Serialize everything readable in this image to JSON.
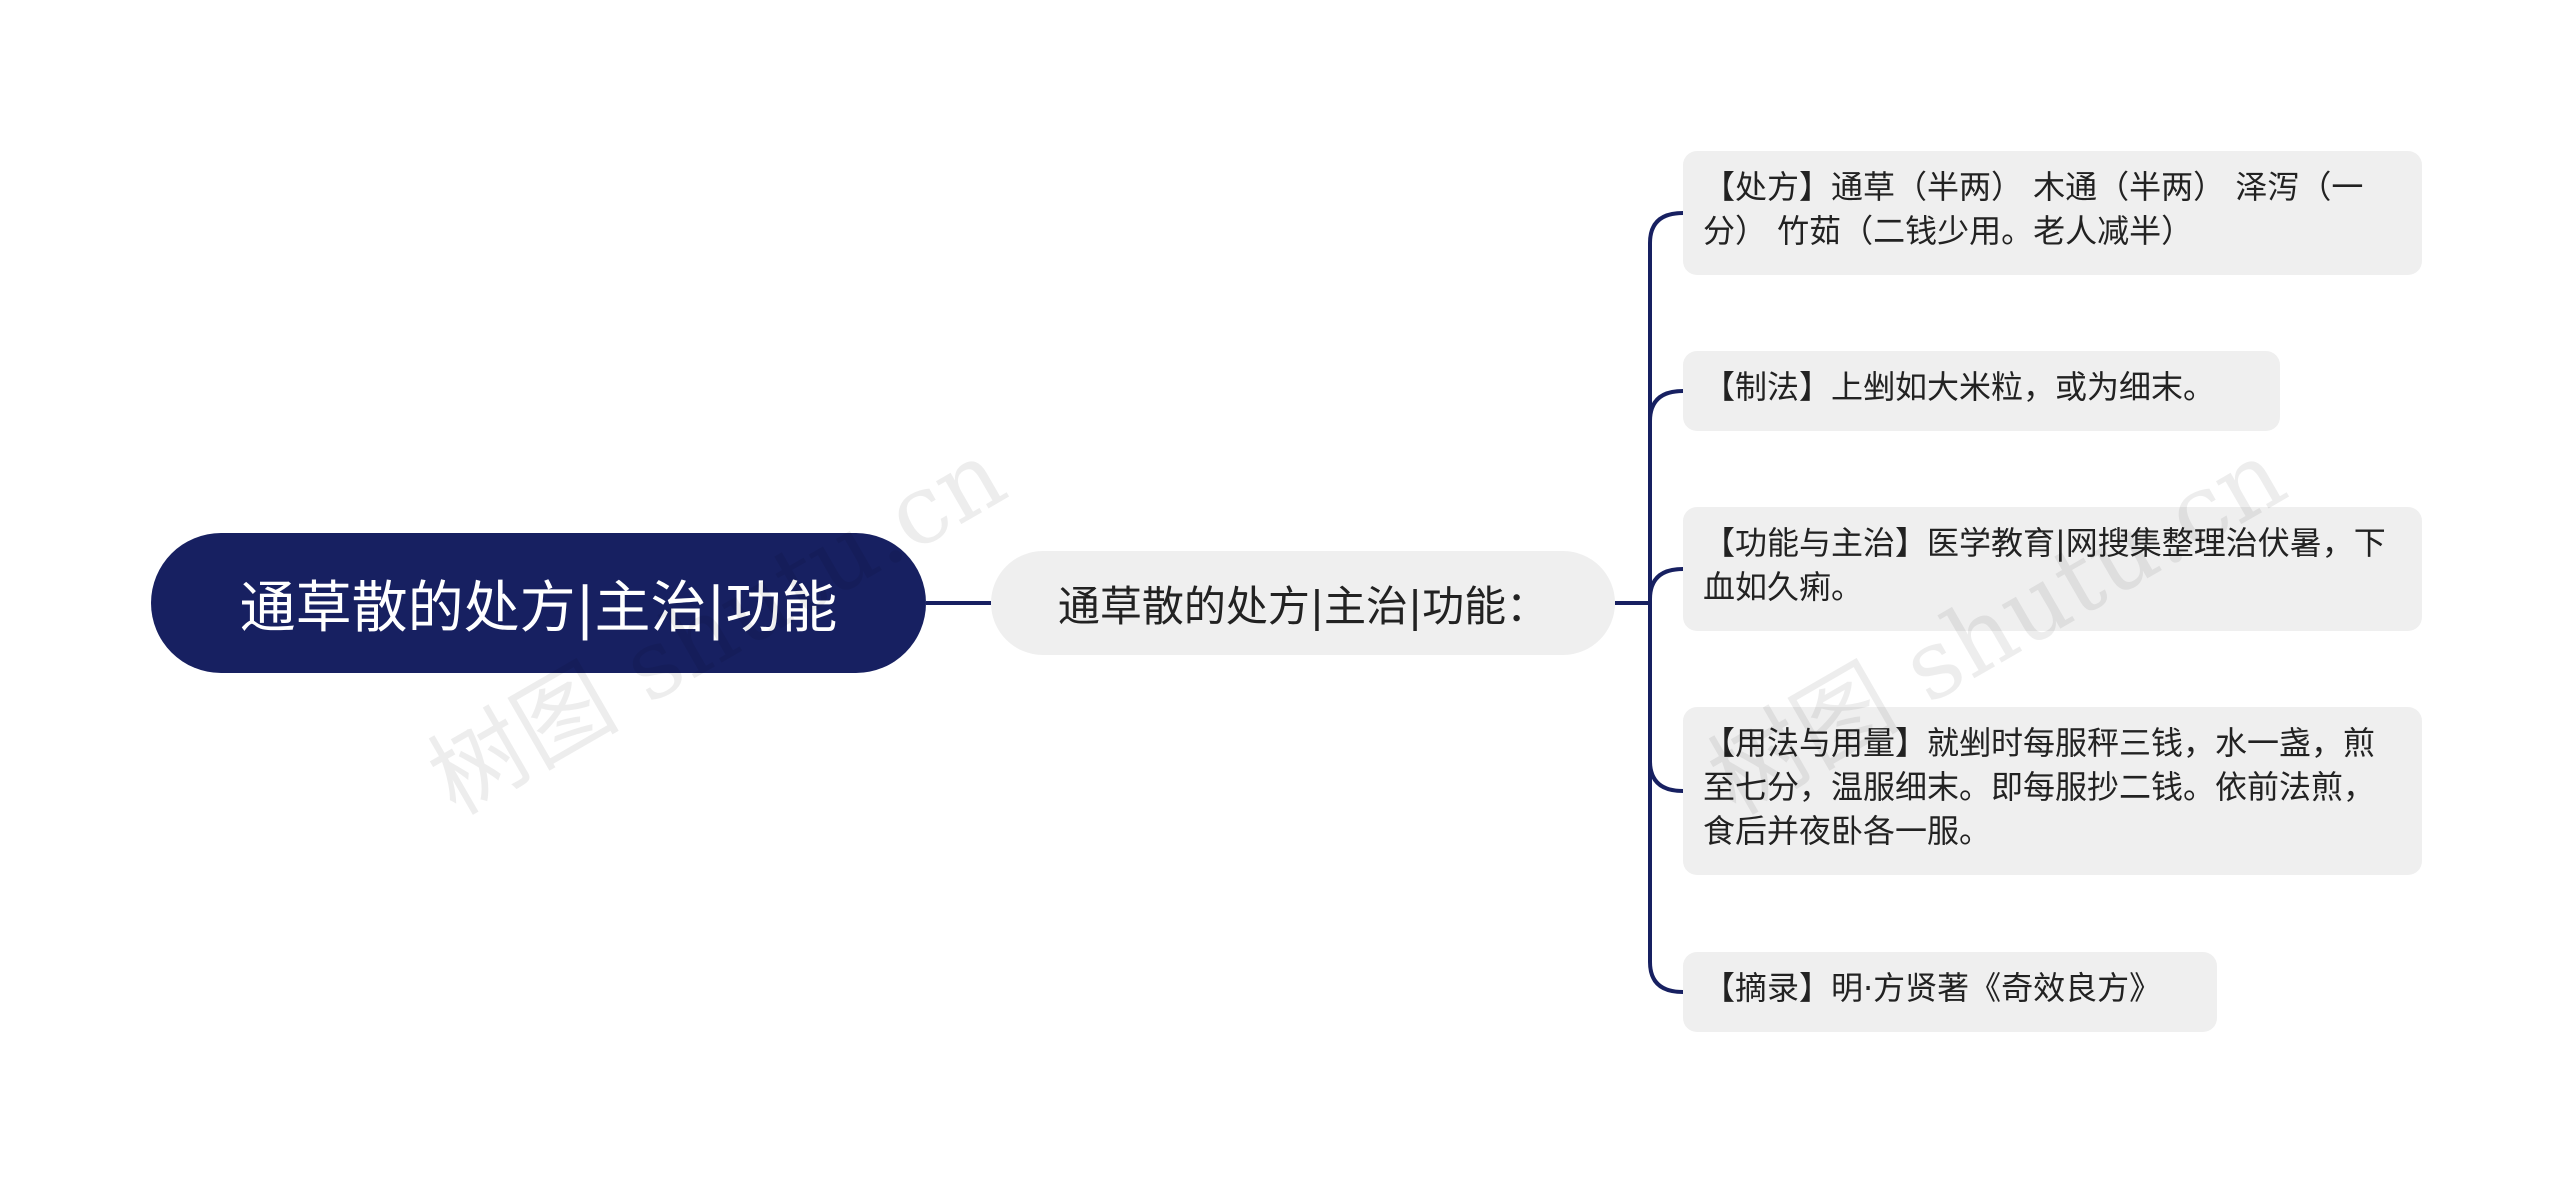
{
  "colors": {
    "root_bg": "#172061",
    "root_text": "#ffffff",
    "node_bg": "#efefef",
    "connector": "#172061"
  },
  "mindmap": {
    "root": "通草散的处方|主治|功能",
    "branch": "通草散的处方|主治|功能：",
    "leaves": [
      "【处方】通草（半两） 木通（半两） 泽泻（一分） 竹茹（二钱少用。老人减半）",
      "【制法】上剉如大米粒，或为细末。",
      "【功能与主治】医学教育|网搜集整理治伏暑，下血如久痢。",
      "【用法与用量】就剉时每服秤三钱，水一盏，煎至七分，温服细末。即每服抄二钱。依前法煎，食后并夜卧各一服。",
      "【摘录】明·方贤著《奇效良方》"
    ]
  },
  "watermark": "树图 shutu.cn"
}
